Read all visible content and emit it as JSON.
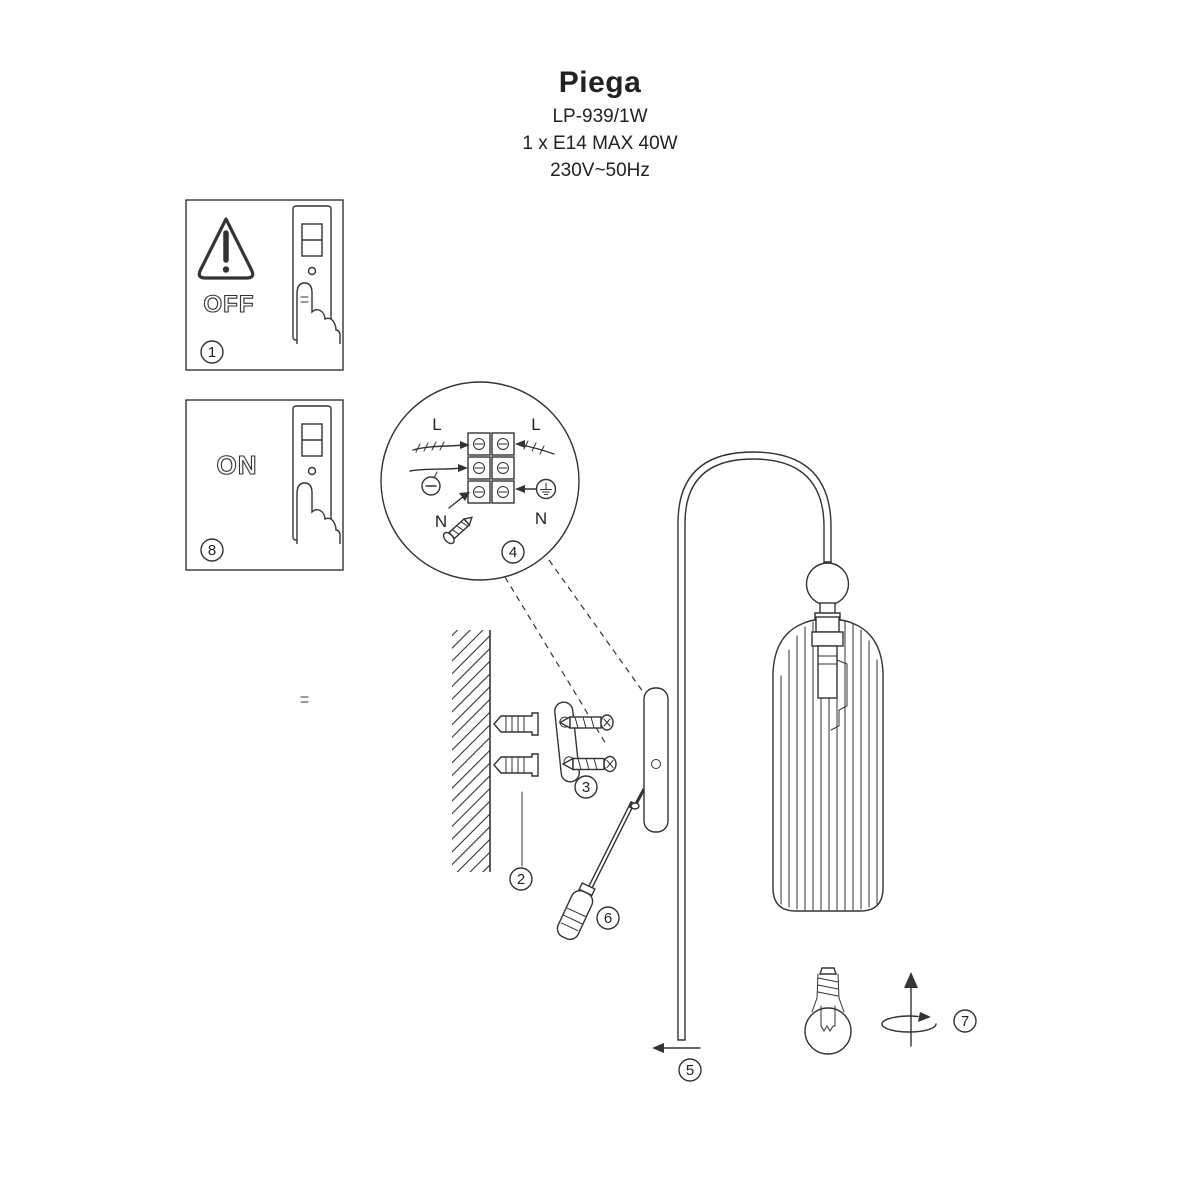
{
  "header": {
    "title": "Piega",
    "model": "LP-939/1W",
    "lamp_spec": "1 x E14 MAX 40W",
    "power_spec": "230V~50Hz"
  },
  "switch_panels": {
    "off_label": "OFF",
    "on_label": "ON"
  },
  "wiring_labels": {
    "live_left": "L",
    "live_right": "L",
    "neutral_left": "N",
    "neutral_right": "N"
  },
  "steps": {
    "s1": "1",
    "s2": "2",
    "s3": "3",
    "s4": "4",
    "s5": "5",
    "s6": "6",
    "s7": "7",
    "s8": "8"
  }
}
